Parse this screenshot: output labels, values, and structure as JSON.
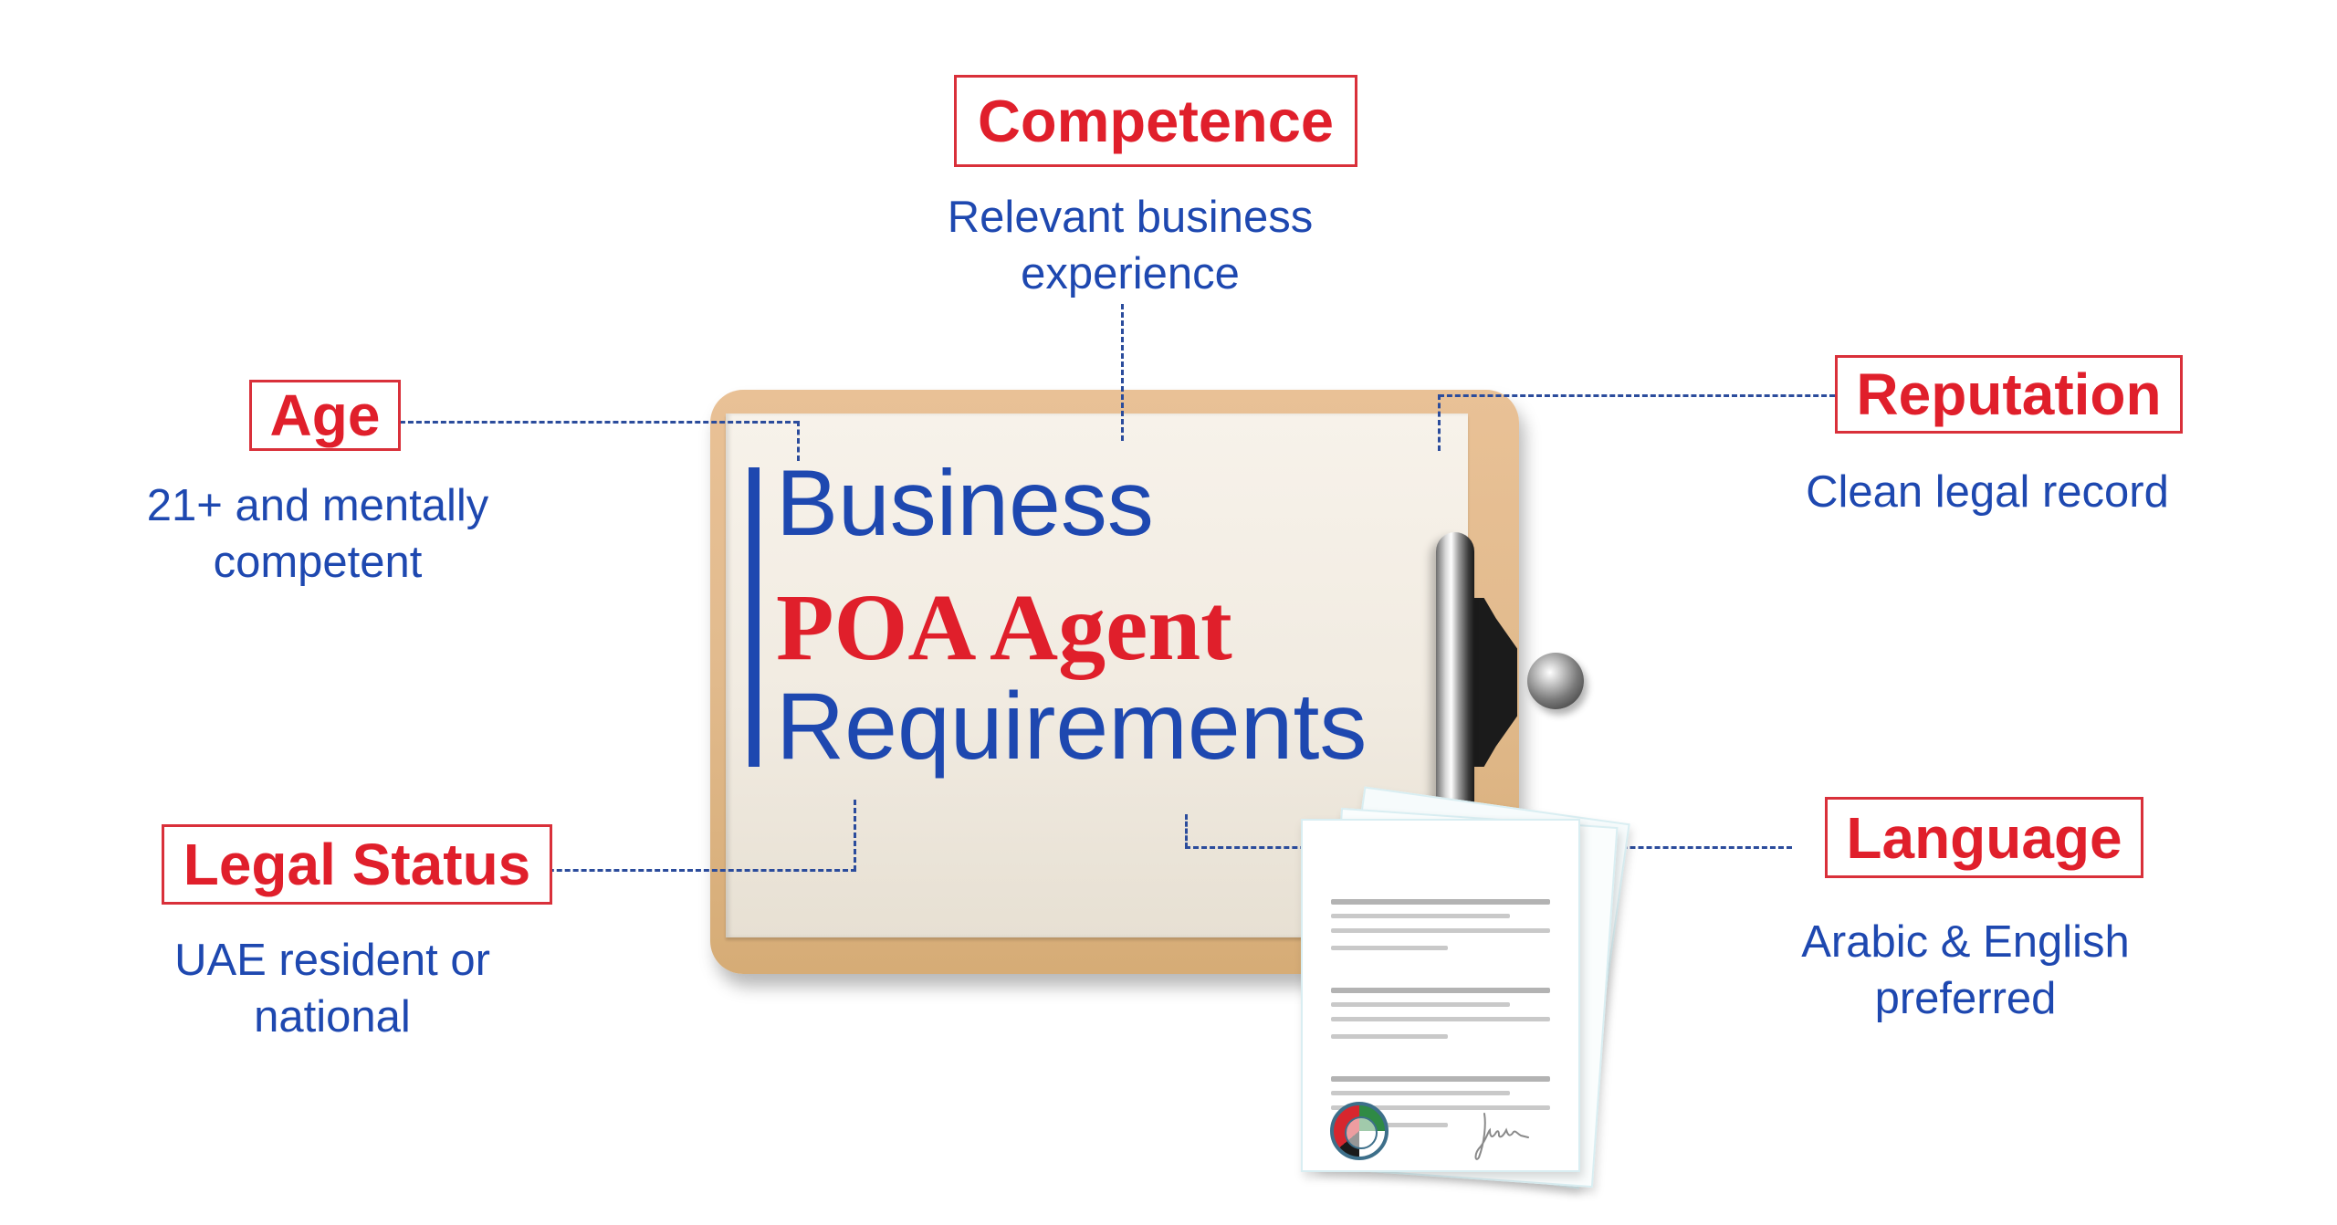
{
  "title": {
    "line1": "Business",
    "line2": "POA Agent",
    "line3": "Requirements"
  },
  "requirements": [
    {
      "label": "Competence",
      "description_lines": [
        "Relevant business",
        "experience"
      ]
    },
    {
      "label": "Age",
      "description_lines": [
        "21+ and mentally",
        "competent"
      ]
    },
    {
      "label": "Reputation",
      "description_lines": [
        "Clean legal record"
      ]
    },
    {
      "label": "Legal Status",
      "description_lines": [
        "UAE resident or",
        "national"
      ]
    },
    {
      "label": "Language",
      "description_lines": [
        "Arabic & English",
        "preferred"
      ]
    }
  ],
  "illustration": {
    "clipboard": "clipboard-icon",
    "documents": "document-stack-icon",
    "seal": "uae-seal-icon",
    "signature": "signature-icon"
  },
  "colors": {
    "label_red": "#E01F2B",
    "text_blue": "#1E48B0",
    "connector_blue": "#2B4C9C",
    "board_tan": "#E2BB8E",
    "paper": "#F3EEE6"
  }
}
